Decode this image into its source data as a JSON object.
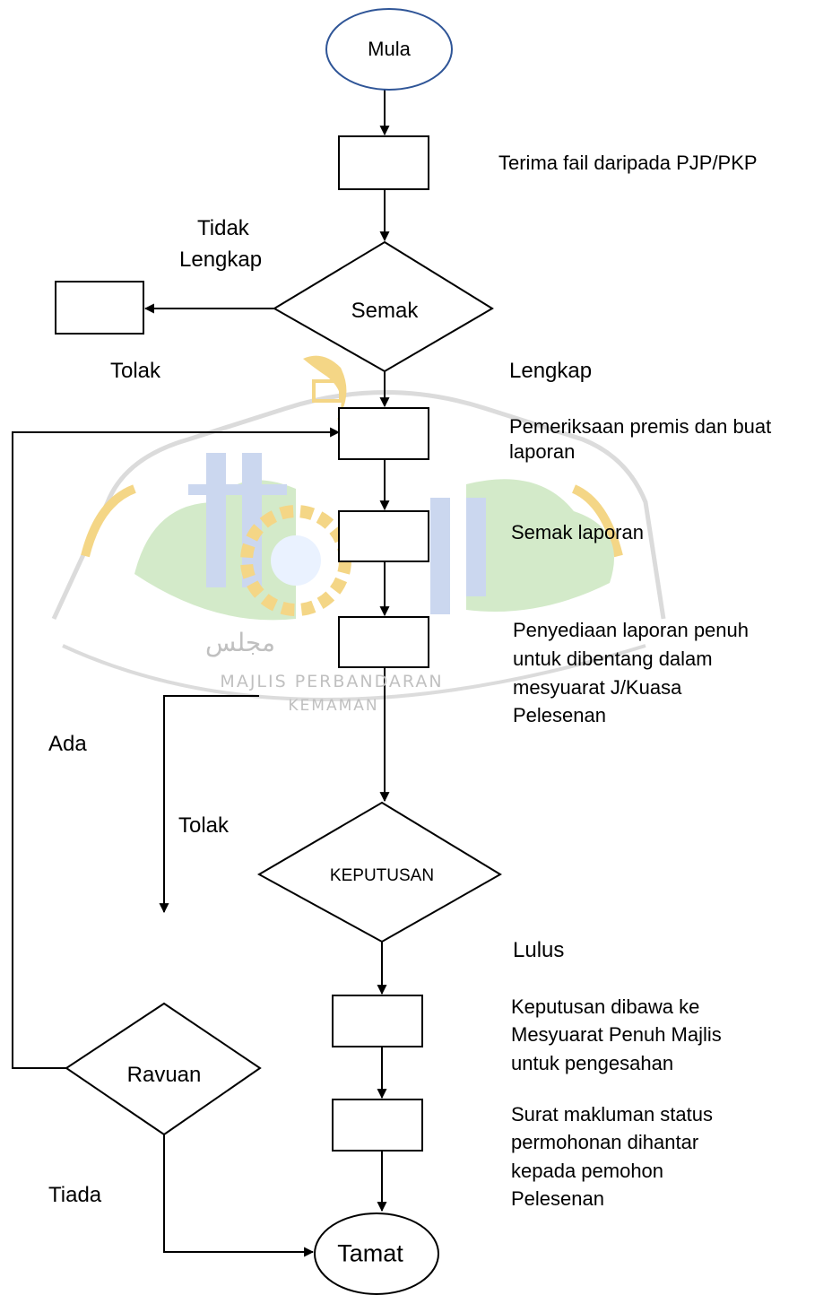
{
  "nodes": {
    "start": "Mula",
    "end": "Tamat",
    "check": "Semak",
    "decision": "KEPUTUSAN",
    "appeal": "Ravuan"
  },
  "steps": {
    "receive_file": "Terima fail daripada PJP/PKP",
    "inspection_1": "Pemeriksaan premis dan buat",
    "inspection_2": "laporan",
    "check_report": "Semak laporan",
    "full_report_1": "Penyediaan laporan penuh",
    "full_report_2": "untuk dibentang dalam",
    "full_report_3": "mesyuarat J/Kuasa",
    "full_report_4": "Pelesenan",
    "council_1": "Keputusan dibawa ke",
    "council_2": "Mesyuarat Penuh Majlis",
    "council_3": "untuk pengesahan",
    "notice_1": "Surat makluman status",
    "notice_2": "permohonan dihantar",
    "notice_3": "kepada pemohon",
    "notice_4": "Pelesenan"
  },
  "branches": {
    "incomplete_1": "Tidak",
    "incomplete_2": "Lengkap",
    "reject_small": "Tolak",
    "complete": "Lengkap",
    "has_appeal": "Ada",
    "reject_decision": "Tolak",
    "pass": "Lulus",
    "no_appeal": "Tiada"
  },
  "watermark": {
    "line1": "MAJLIS PERBANDARAN",
    "line2": "KEMAMAN",
    "arabic": "مجلس"
  },
  "colors": {
    "stroke": "#000000",
    "start_stroke": "#2f5597",
    "wm_yellow": "#f3d27a",
    "wm_green": "#cfe8c4",
    "wm_blue": "#b9c8e8",
    "wm_gray": "#c8c8c8"
  }
}
